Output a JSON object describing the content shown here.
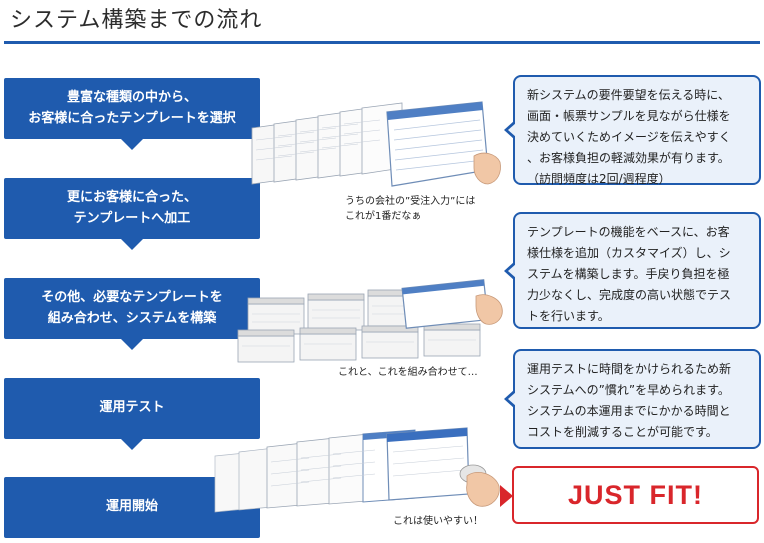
{
  "header": {
    "title": "システム構築までの流れ"
  },
  "steps": [
    {
      "label": "豊富な種類の中から、\nお客様に合ったテンプレートを選択"
    },
    {
      "label": "更にお客様に合った、\nテンプレートへ加工"
    },
    {
      "label": "その他、必要なテンプレートを\n組み合わせ、システムを構築"
    },
    {
      "label": "運用テスト"
    },
    {
      "label": "運用開始"
    }
  ],
  "bubbles": [
    {
      "text": "新システムの要件要望を伝える時に、\n画面・帳票サンプルを見ながら仕様を\n決めていくためイメージを伝えやすく\n、お客様負担の軽減効果が有ります。\n（訪問頻度は2回/週程度）"
    },
    {
      "text": "テンプレートの機能をベースに、お客\n様仕様を追加（カスタマイズ）し、シ\nステムを構築します。手戻り負担を極\n力少なくし、完成度の高い状態でテス\nトを行います。"
    },
    {
      "text": "運用テストに時間をかけられるため新\nシステムへの”慣れ”を早められます。\nシステムの本運用までにかかる時間と\nコストを削減することが可能です。"
    }
  ],
  "captions": {
    "step1": "うちの会社の”受注入力”には\nこれが1番だなぁ",
    "step3": "これと、これを組み合わせて…",
    "step5": "これは使いやすい！"
  },
  "result": {
    "label": "JUST FIT!"
  },
  "colors": {
    "accent": "#1f5bae",
    "bubble_bg": "#eaf1fa",
    "result": "#d9262b"
  }
}
